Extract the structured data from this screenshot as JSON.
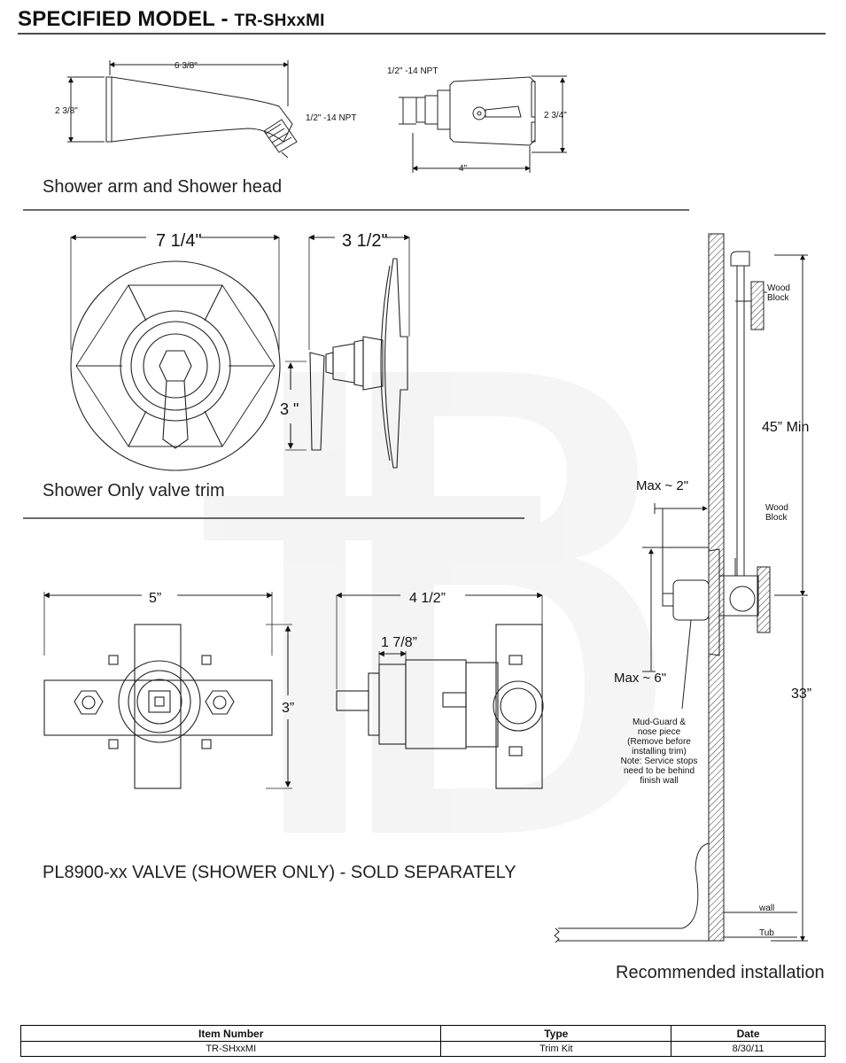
{
  "header": {
    "title": "SPECIFIED MODEL -",
    "model": "TR-SHxxMI"
  },
  "sections": {
    "shower_arm": {
      "caption": "Shower arm and Shower head",
      "arm_length": "6 3/8\"",
      "arm_height": "2 3/8\"",
      "arm_thread": "1/2\" -14 NPT",
      "head_thread": "1/2\" -14 NPT",
      "head_height": "2 3/4\"",
      "head_depth": "4\""
    },
    "trim": {
      "caption": "Shower Only valve trim",
      "width": "7 1/4\"",
      "depth": "3 1/2\"",
      "handle_height": "3 \""
    },
    "valve": {
      "caption": "PL8900-xx VALVE (SHOWER ONLY) - SOLD SEPARATELY",
      "width": "5”",
      "height": "3”",
      "depth": "4 1/2”",
      "body_depth": "1 7/8”"
    },
    "installation": {
      "caption": "Recommended installation",
      "min_height": "45” Min",
      "valve_height": "33”",
      "max_front": "Max ~ 2\"",
      "max_back": "Max ~ 6\"",
      "wood_block_top": [
        "Wood",
        "Block"
      ],
      "wood_block_mid": [
        "Wood",
        "Block"
      ],
      "mud_guard_note": [
        "Mud-Guard &",
        "nose piece",
        "(Remove before",
        "installing trim)",
        "Note: Service stops",
        "need to be behind",
        "finish wall"
      ],
      "wall_label": "wall",
      "tub_label": "Tub"
    }
  },
  "table": {
    "headers": [
      "Item Number",
      "Type",
      "Date"
    ],
    "row": [
      "TR-SHxxMI",
      "Trim Kit",
      "8/30/11"
    ]
  }
}
